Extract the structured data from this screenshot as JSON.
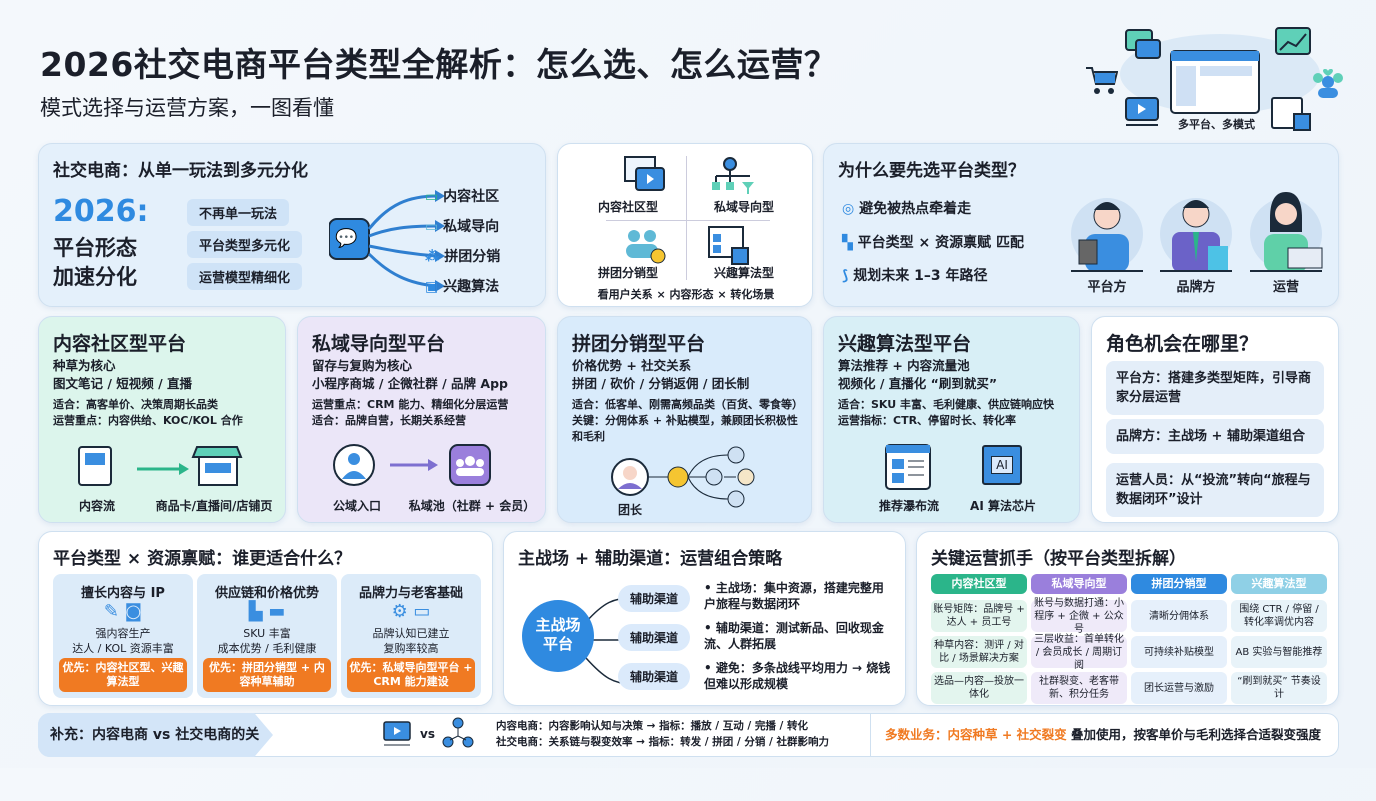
{
  "header": {
    "title": "2026社交电商平台类型全解析：怎么选、怎么运营？",
    "subtitle": "模式选择与运营方案，一图看懂",
    "illustration_caption": "多平台、多模式"
  },
  "overview": {
    "title": "社交电商：从单一玩法到多元分化",
    "year": "2026:",
    "headline": [
      "平台形态",
      "加速分化"
    ],
    "points": [
      "不再单一玩法",
      "平台类型多元化",
      "运营模型精细化"
    ],
    "branches": [
      "内容社区",
      "私域导向",
      "拼团分销",
      "兴趣算法"
    ]
  },
  "types_grid": {
    "items": [
      "内容社区型",
      "私域导向型",
      "拼团分销型",
      "兴趣算法型"
    ],
    "footer": "看用户关系 × 内容形态 × 转化场景"
  },
  "why": {
    "title": "为什么要先选平台类型？",
    "reasons": [
      "避免被热点牵着走",
      "平台类型 × 资源禀赋 匹配",
      "规划未来 1–3 年路径"
    ],
    "roles": [
      "平台方",
      "品牌方",
      "运营"
    ]
  },
  "platforms": [
    {
      "title": "内容社区型平台",
      "lines": [
        "种草为核心",
        "图文笔记 / 短视频 / 直播"
      ],
      "details": [
        "适合：高客单价、决策周期长品类",
        "运营重点：内容供给、KOC/KOL 合作"
      ],
      "flow": [
        "内容流",
        "商品卡/直播间/店铺页"
      ],
      "color": "#2bb58a"
    },
    {
      "title": "私域导向型平台",
      "lines": [
        "留存与复购为核心",
        "小程序商城 / 企微社群 / 品牌 App"
      ],
      "details": [
        "运营重点：CRM 能力、精细化分层运营",
        "适合：品牌自营，长期关系经营"
      ],
      "flow": [
        "公域入口",
        "私域池（社群 + 会员）"
      ],
      "color": "#8a6fd6"
    },
    {
      "title": "拼团分销型平台",
      "lines": [
        "价格优势 + 社交关系",
        "拼团 / 砍价 / 分销返佣 / 团长制"
      ],
      "details": [
        "适合：低客单、刚需高频品类（百货、零食等）",
        "关键：分佣体系 + 补贴模型，兼顾团长积极性和毛利"
      ],
      "flow": [
        "团长"
      ],
      "color": "#2f8ae0"
    },
    {
      "title": "兴趣算法型平台",
      "lines": [
        "算法推荐 + 内容流量池",
        "视频化 / 直播化 “刷到就买”"
      ],
      "details": [
        "适合：SKU 丰富、毛利健康、供应链响应快",
        "运营指标：CTR、停留时长、转化率"
      ],
      "flow": [
        "推荐瀑布流",
        "AI 算法芯片"
      ],
      "chip_label": "AI",
      "color": "#5fb9d6"
    }
  ],
  "role_chances": {
    "title": "角色机会在哪里？",
    "items": [
      "平台方：搭建多类型矩阵，引导商家分层运营",
      "品牌方：主战场 + 辅助渠道组合",
      "运营人员：从“投流”转向“旅程与数据闭环”设计"
    ]
  },
  "resources": {
    "title": "平台类型 × 资源禀赋：谁更适合什么？",
    "cards": [
      {
        "title": "擅长内容与 IP",
        "desc": [
          "强内容生产",
          "达人 / KOL 资源丰富"
        ],
        "priority": "优先：内容社区型、兴趣算法型"
      },
      {
        "title": "供应链和价格优势",
        "desc": [
          "SKU 丰富",
          "成本优势 / 毛利健康"
        ],
        "priority": "优先：拼团分销型 + 内容种草辅助"
      },
      {
        "title": "品牌力与老客基础",
        "desc": [
          "品牌认知已建立",
          "复购率较高"
        ],
        "priority": "优先：私域导向型平台 + CRM 能力建设"
      }
    ]
  },
  "strategy": {
    "title": "主战场 + 辅助渠道：运营组合策略",
    "center": [
      "主战场",
      "平台"
    ],
    "nodes": [
      "辅助渠道",
      "辅助渠道",
      "辅助渠道"
    ],
    "bullets": [
      "主战场：集中资源，搭建完整用户旅程与数据闭环",
      "辅助渠道：测试新品、回收现金流、人群拓展",
      "避免：多条战线平均用力 → 烧钱但难以形成规模"
    ]
  },
  "key_ops": {
    "title": "关键运营抓手（按平台类型拆解）",
    "headers": [
      "内容社区型",
      "私域导向型",
      "拼团分销型",
      "兴趣算法型"
    ],
    "header_colors": [
      "#2bb58a",
      "#9a7fdc",
      "#2f8ae0",
      "#8fd0e6"
    ],
    "rows": [
      [
        "账号矩阵：品牌号 + 达人 + 员工号",
        "账号与数据打通：小程序 + 企微 + 公众号",
        "清晰分佣体系",
        "围绕 CTR / 停留 / 转化率调优内容"
      ],
      [
        "种草内容：测评 / 对比 / 场景解决方案",
        "三层收益：首单转化 / 会员成长 / 周期订阅",
        "可持续补贴模型",
        "AB 实验与智能推荐"
      ],
      [
        "选品—内容—投放一体化",
        "社群裂变、老客带新、积分任务",
        "团长运营与激励",
        "“刷到就买” 节奏设计"
      ]
    ]
  },
  "footer": {
    "label": "补充：内容电商 vs 社交电商的关键差异",
    "vs": "vs",
    "content_line": "内容电商：内容影响认知与决策 → 指标：播放 / 互动 / 完播 / 转化",
    "social_line": "社交电商：关系链与裂变效率 → 指标：转发 / 拼团 / 分销 / 社群影响力",
    "highlight": "多数业务：内容种草 + 社交裂变",
    "conclusion": "叠加使用，按客单价与毛利选择合适裂变强度",
    "accent": "#f07a22"
  }
}
